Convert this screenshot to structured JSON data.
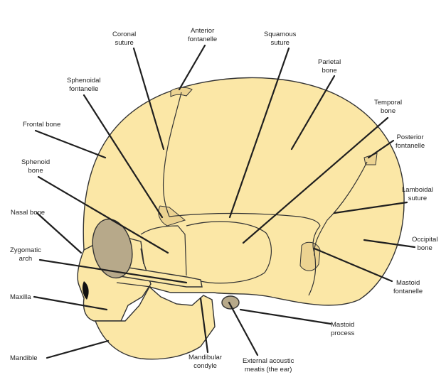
{
  "colors": {
    "bone_fill": "#fbe7a6",
    "fontanelle_fill": "#ecd391",
    "outline": "#333333",
    "leader_line": "#1f1f1f",
    "orbit_fill": "#b7a98a",
    "text": "#222222"
  },
  "labels": {
    "coronal_suture": [
      "Coronal",
      "suture"
    ],
    "anterior_fontanelle": [
      "Anterior",
      "fontanelle"
    ],
    "squamous_suture": [
      "Squamous",
      "suture"
    ],
    "parietal_bone": [
      "Parietal",
      "bone"
    ],
    "sphenoidal_fontanelle": [
      "Sphenoidal",
      "fontanelle"
    ],
    "temporal_bone": [
      "Temporal",
      "bone"
    ],
    "frontal_bone": [
      "Frontal bone"
    ],
    "posterior_fontanelle": [
      "Posterior",
      "fontanelle"
    ],
    "sphenoid_bone": [
      "Sphenoid",
      "bone"
    ],
    "lamboidal_suture": [
      "Lamboidal",
      "suture"
    ],
    "nasal_bone": [
      "Nasal bone"
    ],
    "occipital_bone": [
      "Occipital",
      "bone"
    ],
    "zygomatic_arch": [
      "Zygomatic",
      "arch"
    ],
    "mastoid_fontanelle": [
      "Mastoid",
      "fontanelle"
    ],
    "maxilla": [
      "Maxilla"
    ],
    "mastoid_process": [
      "Mastoid",
      "process"
    ],
    "mandible": [
      "Mandible"
    ],
    "mandibular_condyle": [
      "Mandibular",
      "condyle"
    ],
    "external_acoustic_meatis": [
      "External acoustic",
      "meatis (the ear)"
    ]
  }
}
